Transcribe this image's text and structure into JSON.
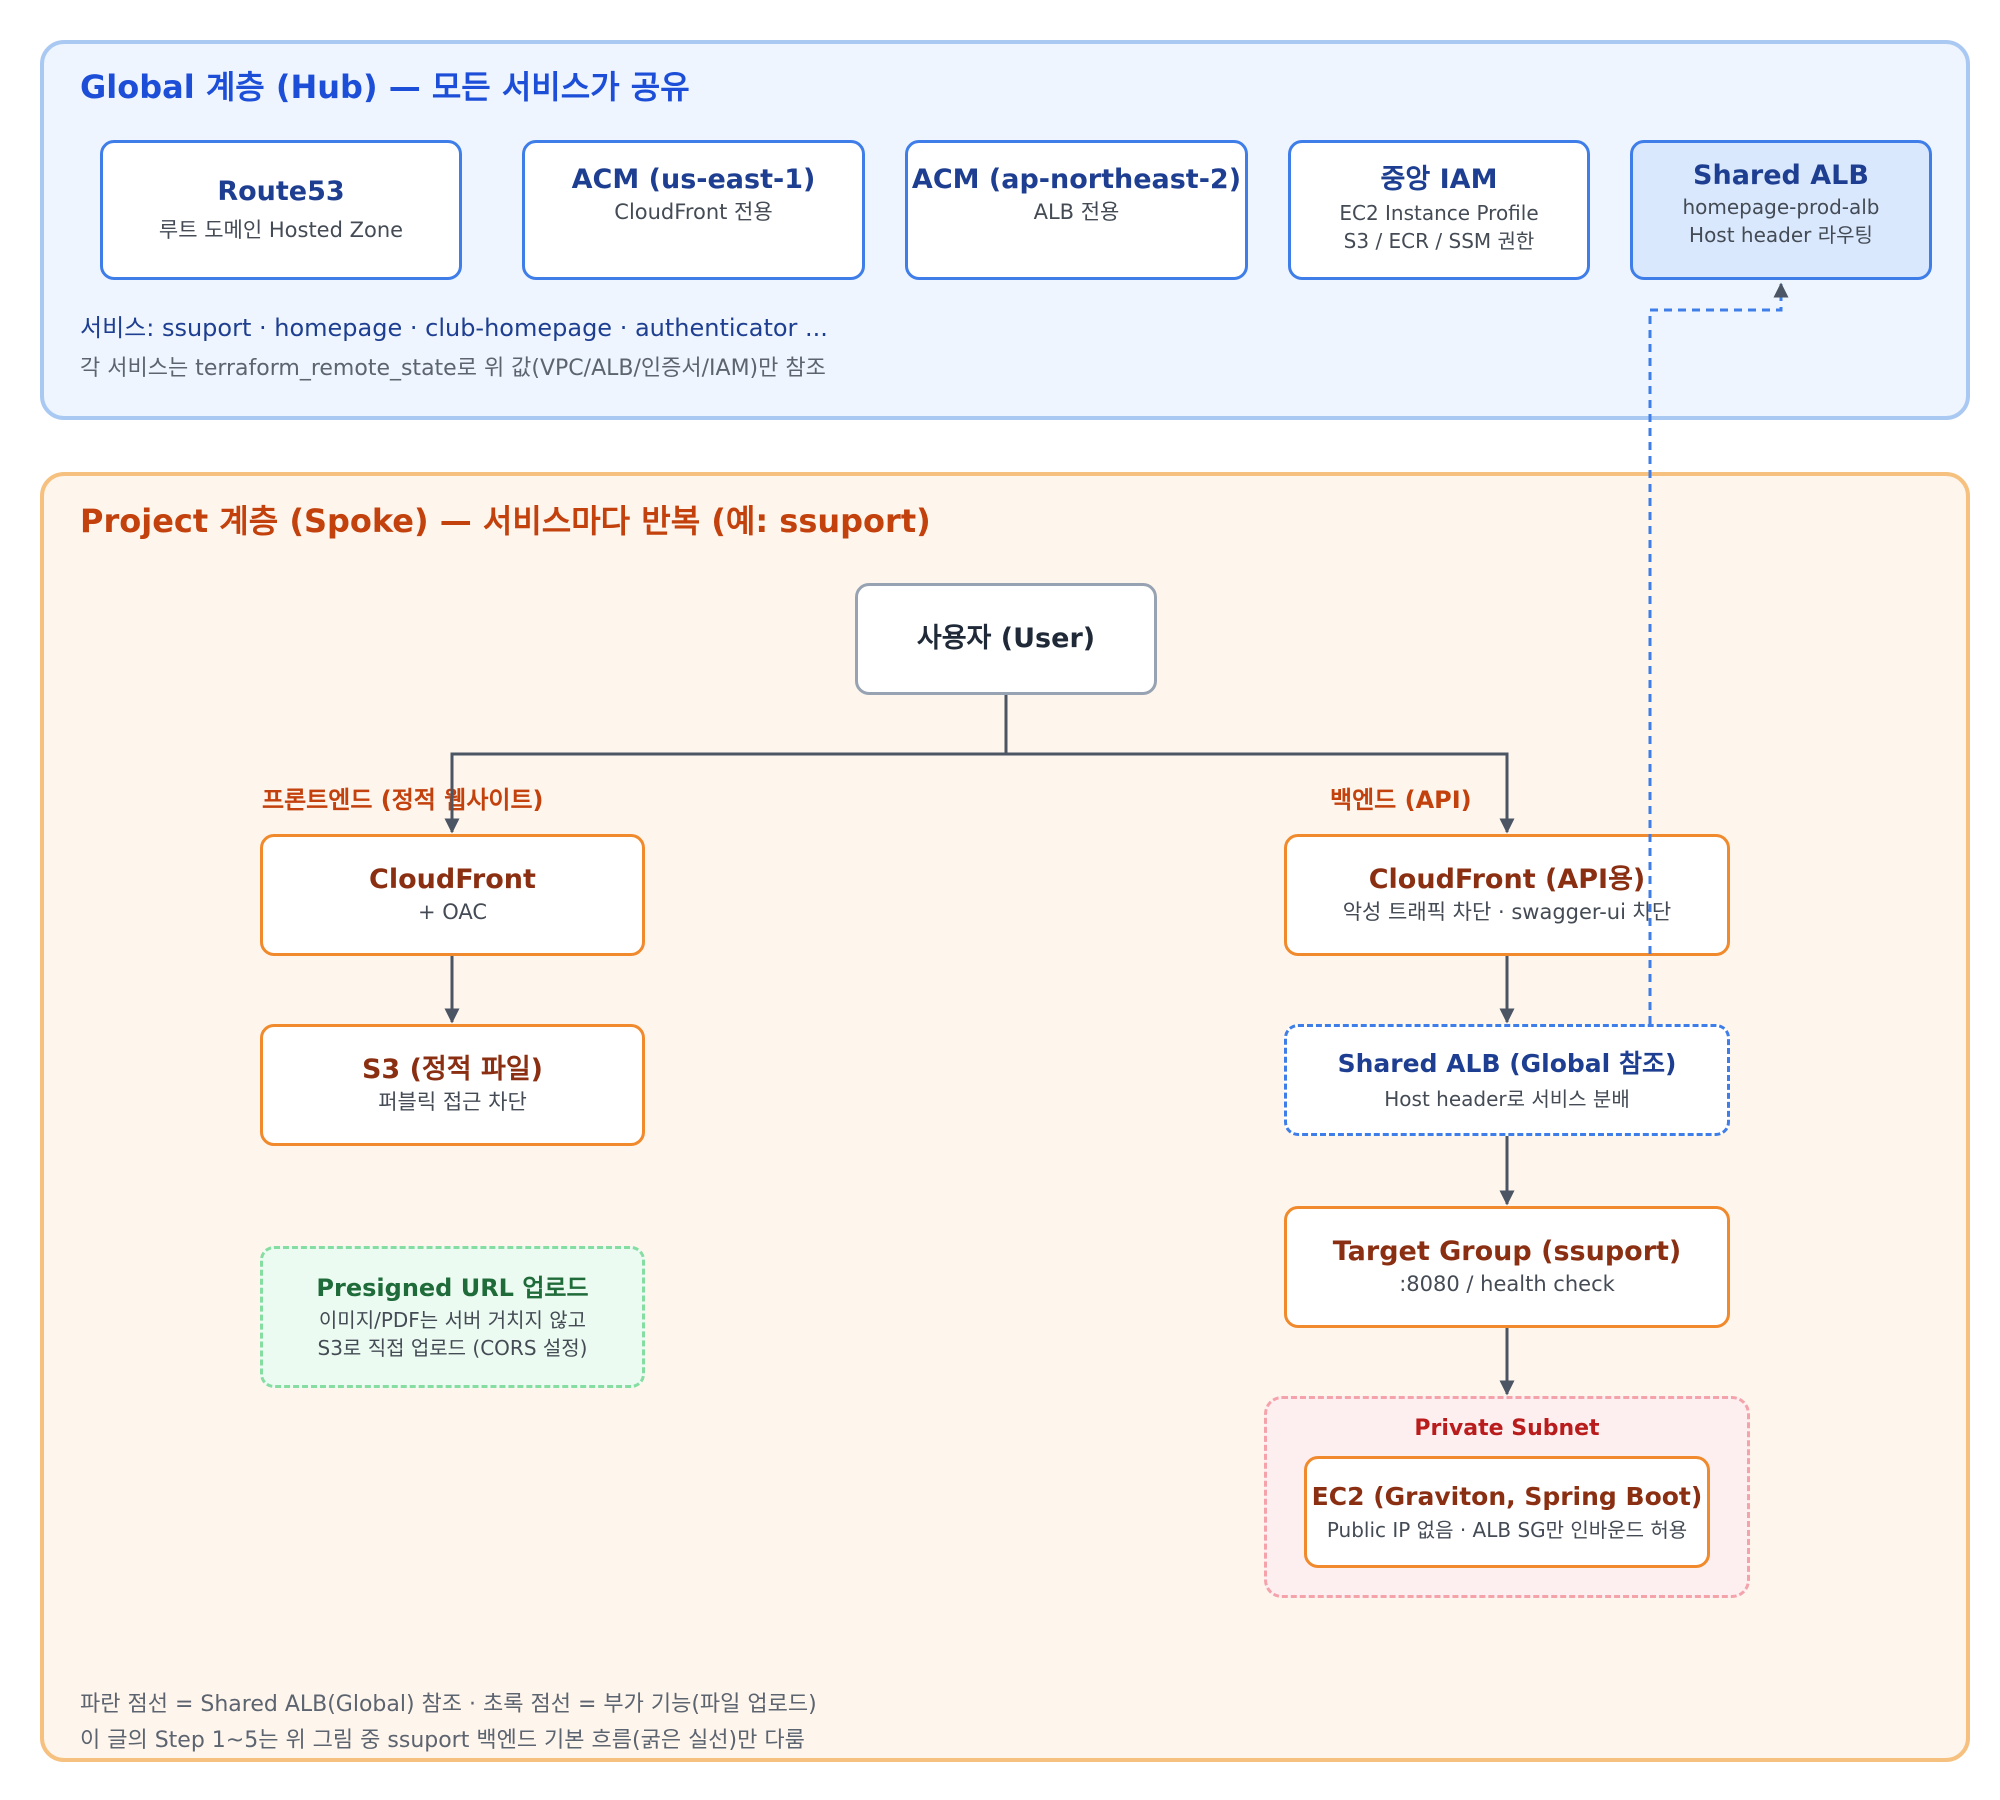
{
  "hub": {
    "title": "Global 계층 (Hub) — 모든 서비스가 공유",
    "boxes": [
      {
        "title": "Route53",
        "lines": [
          "루트 도메인 Hosted Zone"
        ]
      },
      {
        "title": "ACM (us-east-1)",
        "lines": [
          "CloudFront 전용"
        ]
      },
      {
        "title": "ACM (ap-northeast-2)",
        "lines": [
          "ALB 전용"
        ]
      },
      {
        "title": "중앙 IAM",
        "lines": [
          "EC2 Instance Profile",
          "S3 / ECR / SSM 권한"
        ]
      },
      {
        "title": "Shared ALB",
        "lines": [
          "homepage-prod-alb",
          "Host header 라우팅"
        ]
      }
    ],
    "services": "서비스: ssuport · homepage · club-homepage · authenticator ...",
    "note": "각 서비스는 terraform_remote_state로 위 값(VPC/ALB/인증서/IAM)만 참조"
  },
  "spoke": {
    "title": "Project 계층 (Spoke) — 서비스마다 반복 (예: ssuport)",
    "user": "사용자 (User)",
    "frontend_label": "프론트엔드 (정적 웹사이트)",
    "backend_label": "백엔드 (API)",
    "frontend": {
      "cloudfront": {
        "title": "CloudFront",
        "sub": "+ OAC"
      },
      "s3": {
        "title": "S3 (정적 파일)",
        "sub": "퍼블릭 접근 차단"
      },
      "presigned": {
        "title": "Presigned URL 업로드",
        "lines": [
          "이미지/PDF는 서버 거치지 않고",
          "S3로 직접 업로드 (CORS 설정)"
        ]
      }
    },
    "backend": {
      "cloudfront": {
        "title": "CloudFront (API용)",
        "sub": "악성 트래픽 차단 · swagger-ui 차단"
      },
      "alb": {
        "title": "Shared ALB (Global 참조)",
        "sub": "Host header로 서비스 분배"
      },
      "tg": {
        "title": "Target Group (ssuport)",
        "sub": ":8080 / health check"
      },
      "subnet_label": "Private Subnet",
      "ec2": {
        "title": "EC2 (Graviton, Spring Boot)",
        "sub": "Public IP 없음 · ALB SG만 인바운드 허용"
      }
    },
    "footnote": [
      "파란 점선 = Shared ALB(Global) 참조 · 초록 점선 = 부가 기능(파일 업로드)",
      "이 글의 Step 1~5는 위 그림 중 ssuport 백엔드 기본 흐름(굵은 실선)만 다룸"
    ]
  },
  "colors": {
    "hub_accent": "#1d4ed8",
    "spoke_accent": "#c2410c",
    "arrow": "#4b5563",
    "dashed_ref": "#3f7ee8"
  }
}
